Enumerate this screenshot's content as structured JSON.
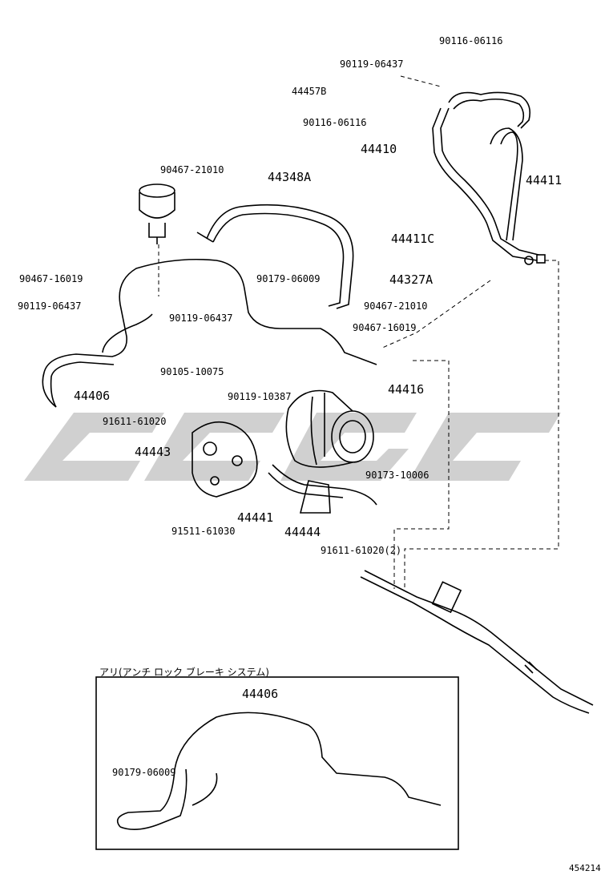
{
  "parts": {
    "p1": "90116-06116",
    "p2": "90119-06437",
    "p3": "44457B",
    "p4": "90116-06116",
    "p5": "44410",
    "p6": "44411",
    "p7": "90467-21010",
    "p8": "44348A",
    "p9": "44411C",
    "p10": "44327A",
    "p11": "90467-16019",
    "p12": "90179-06009",
    "p13": "90119-06437",
    "p14": "90119-06437",
    "p15": "90467-21010",
    "p16": "90467-16019",
    "p17": "44406",
    "p18": "90105-10075",
    "p19": "44416",
    "p20": "90119-10387",
    "p21": "91611-61020",
    "p22": "44443",
    "p23": "90173-10006",
    "p24": "44441",
    "p25": "44444",
    "p26": "91511-61030",
    "p27": "91611-61020(2)"
  },
  "inset": {
    "heading": "アリ(アンチ ロック ブレーキ システム)",
    "part_a": "44406",
    "part_b": "90179-06009"
  },
  "figure_number": "454214",
  "watermark_color": "#c8c8c8"
}
